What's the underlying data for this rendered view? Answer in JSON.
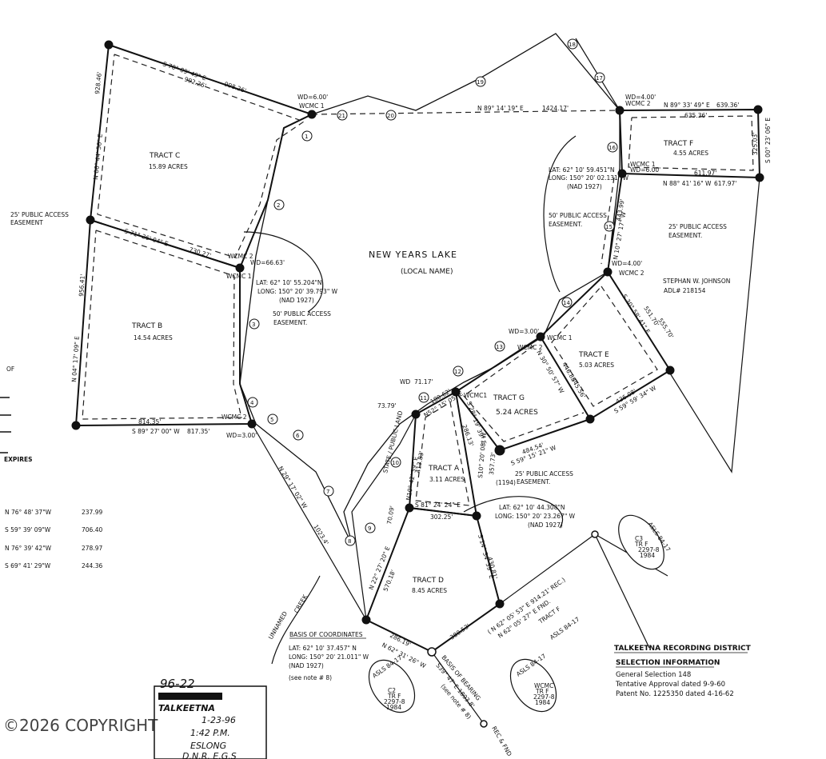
{
  "tracts": [
    {
      "name": "TRACT C",
      "acres": "15.89 ACRES"
    },
    {
      "name": "TRACT B",
      "acres": "14.54 ACRES"
    },
    {
      "name": "TRACT F",
      "acres": "4.55 ACRES"
    },
    {
      "name": "TRACT E",
      "acres": "5.03 ACRES"
    },
    {
      "name": "TRACT G",
      "acres": "5.24 ACRES"
    },
    {
      "name": "TRACT A",
      "acres": "3.11 ACRES"
    },
    {
      "name": "TRACT D",
      "acres": "8.45 ACRES"
    }
  ],
  "lake": {
    "name": "NEW YEARS LAKE",
    "note": "(LOCAL NAME)"
  },
  "bearings": {
    "c_top": "S 70° 09' 49\" E",
    "c_top_d1": "998.26'",
    "c_top_d2": "992.26'",
    "c_left_d": "928.46'",
    "c_left_b": "N 06° 44' 56\" E",
    "bc_line": "S 71° 26' 04\" E",
    "bc_line_d": "730.27'",
    "b_left_d": "956.41'",
    "b_left_b": "N 04° 17' 09\" E",
    "b_bottom_d": "814.35'",
    "b_bottom_b": "S 89° 27' 00\" W",
    "b_bottom_d2": "817.35'",
    "north_line": "N 89° 14' 19\" E",
    "north_line_d": "1424.17'",
    "f_top": "N 89° 33' 49\" E",
    "f_top_d": "639.36'",
    "f_top_d2": "635.36'",
    "f_right_d": "325.03'",
    "f_right_b": "S 00° 23' 06\" E",
    "f_bottom_d": "611.97'",
    "f_bottom_b": "N 88° 41' 16\" W",
    "f_bottom_d2": "617.97'",
    "f_left": "N 10° 27' 17\" W",
    "f_left_d": "443.99'",
    "e_top": "S 30° 58' 41\" E",
    "e_top_d1": "551.70'",
    "e_top_d2": "555.70'",
    "e_bottom": "S 59° 59' 34\" W",
    "e_bottom_d": "436.08'",
    "g_line": "N 30° 50' 57\" W",
    "g_d1": "446.85'",
    "g_d2": "445.56'",
    "g_bottom": "S 59° 15' 21\" W",
    "g_bottom_d": "484.54'",
    "g_left": "S 28° 19' 39\" E",
    "g_left_d": "286.13'",
    "a_top": "N52° 15' 05\" E",
    "a_top_d": "180.62'",
    "a_left": "N10° 42' 39\" E",
    "a_left_d": "413.83'",
    "a_right": "S10° 20' 08\" W",
    "a_right_d": "357.73'",
    "a_mid": "S 81° 24' 24\" E",
    "a_mid_d": "302.25'",
    "d_left": "N 22° 27' 20\" E",
    "d_left_d": "570.18'",
    "d_right": "S 14° 34' 39\" E",
    "d_right_d": "430.81'",
    "d_bottom": "N 62° 31' 26\" W",
    "d_bottom_d": "286.19'",
    "d_se_d": "380.53'",
    "rec": "( N 62° 05' 53\" E 914.21' REC.)",
    "fnd": "N 62° 05' 27\" E FND.",
    "creek_line": "N 29° 17' 02\" W",
    "creek_line_d": "1023.4'",
    "basis_bearing": "BASIS OF BEARING",
    "basis_d": "S39° 47' E 1893.8'",
    "note8": "(see note # 8)",
    "misc_7079": "70.09'",
    "misc_7379": "73.79'",
    "misc_7117": "71.17'"
  },
  "corner_notes": {
    "wd600": "WD=6.00'",
    "wcmc1": "WCMC 1",
    "wd400": "WD=4.00'",
    "wcmc2": "WCMC 2",
    "wd6663": "WD=66.63'",
    "wcmc2b": "WCMC 2",
    "wcmc1b": "WCMC 1",
    "wd300": "WD=3.00'",
    "wcmc2c": "WCMC 2",
    "f_wcmc1": "WCMC 1",
    "f_wd600": "WD=6.00'",
    "e_wd400": "WD=4.00'",
    "e_wcmc2": "WCMC 2",
    "e_wd300": "WD=3.00'",
    "e_wcmc1": "WCMC 1",
    "e_wcmc2b": "WCMC 2",
    "g_wd": "WD",
    "g_wcmc1": "WCMC1",
    "pt1194": "(1194)"
  },
  "easements": {
    "left": "25' PUBLIC ACCESS",
    "left2": "EASEMENT",
    "mid": "50' PUBLIC ACCESS",
    "mid2": "EASEMENT.",
    "ne": "50' PUBLIC ACCESS",
    "ne2": "EASEMENT.",
    "east": "25' PUBLIC ACCESS",
    "east2": "EASEMENT.",
    "g": "25' PUBLIC ACCESS",
    "g2": "EASEMENT.",
    "state": "STATE / PUBLIC LAND"
  },
  "coords": {
    "c1": "LAT: 62° 10' 55.204\"N",
    "c2": "LONG: 150° 20' 39.793\" W",
    "c3": "(NAD 1927)",
    "f1": "LAT: 62° 10' 59.451\"N",
    "f2": "LONG: 150° 20' 02.131\" W",
    "f3": "(NAD 1927)",
    "a1": "LAT: 62° 10' 44.308\"N",
    "a2": "LONG: 150° 20' 23.267\" W",
    "a3": "(NAD 1927)",
    "b_head": "BASIS OF COORDINATES",
    "b1": "LAT: 62° 10' 37.457\" N",
    "b2": "LONG: 150° 20' 21.011\" W",
    "b3": "(NAD 1927)",
    "b4": "(see note # 8)"
  },
  "owner": {
    "name": "STEPHAN W. JOHNSON",
    "adl": "ADL# 218154"
  },
  "creek": {
    "label": "UNNAMED",
    "label2": "CREEK"
  },
  "aslsF": {
    "label": "TRACT F",
    "label2": "ASLS 84-17"
  },
  "monuments": [
    {
      "t1": "ASLS 84-17",
      "t2": "C3",
      "t3": "TR F",
      "t4": "2297-8",
      "t5": "1984"
    },
    {
      "t1": "ASLS 84-17",
      "t2": "C2",
      "t3": "TR F",
      "t4": "2297-8",
      "t5": "1984"
    },
    {
      "t1": "ASLS 84-17",
      "t2": "WCMC",
      "t3": "TR F",
      "t4": "2297-8",
      "t5": "1984"
    }
  ],
  "rec_fnd": "REC & FND",
  "left_table": {
    "of": "OF",
    "expires": "EXPIRES",
    "rows": [
      {
        "b": "N 76° 48' 37\"W",
        "d": "237.99"
      },
      {
        "b": "S 59° 39' 09\"W",
        "d": "706.40"
      },
      {
        "b": "N 76° 39' 42\"W",
        "d": "278.97"
      },
      {
        "b": "S 69° 41' 29\"W",
        "d": "244.36"
      }
    ]
  },
  "district": {
    "title": "TALKEETNA RECORDING DISTRICT",
    "sub": "SELECTION INFORMATION",
    "l1": "General Selection  148",
    "l2": "Tentative Approval dated  9-9-60",
    "l3": "Patent No. 1225350  dated  4-16-62"
  },
  "stamp": {
    "top": "96-22",
    "l1": "TALKEETNA",
    "l2": "1-23-96",
    "l3": "1:42 P.M.",
    "l4": "ESLONG",
    "l5": "D.N.R. E.G.S"
  },
  "segments": [
    "1",
    "2",
    "3",
    "4",
    "5",
    "6",
    "7",
    "8",
    "9",
    "10",
    "11",
    "12",
    "13",
    "14",
    "15",
    "16",
    "17",
    "18",
    "19",
    "20",
    "21"
  ],
  "copyright": "©2026 COPYRIGHT"
}
